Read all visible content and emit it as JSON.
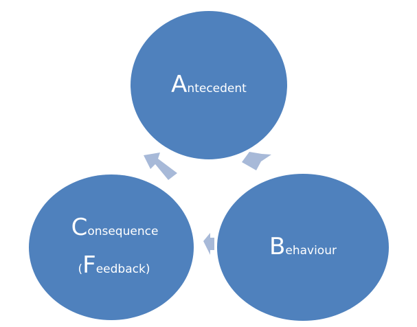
{
  "colors": {
    "circle": "#4f81bd",
    "arrow": "#a7b9d8",
    "text": "#ffffff",
    "background": "#ffffff"
  },
  "nodes": [
    {
      "id": "antecedent",
      "initial": "A",
      "rest": "ntecedent"
    },
    {
      "id": "behaviour",
      "initial": "B",
      "rest": "ehaviour"
    },
    {
      "id": "consequence",
      "initial": "C",
      "rest": "onsequence",
      "line2_open": "(",
      "line2_initial": "F",
      "line2_rest": "eedback)"
    }
  ]
}
